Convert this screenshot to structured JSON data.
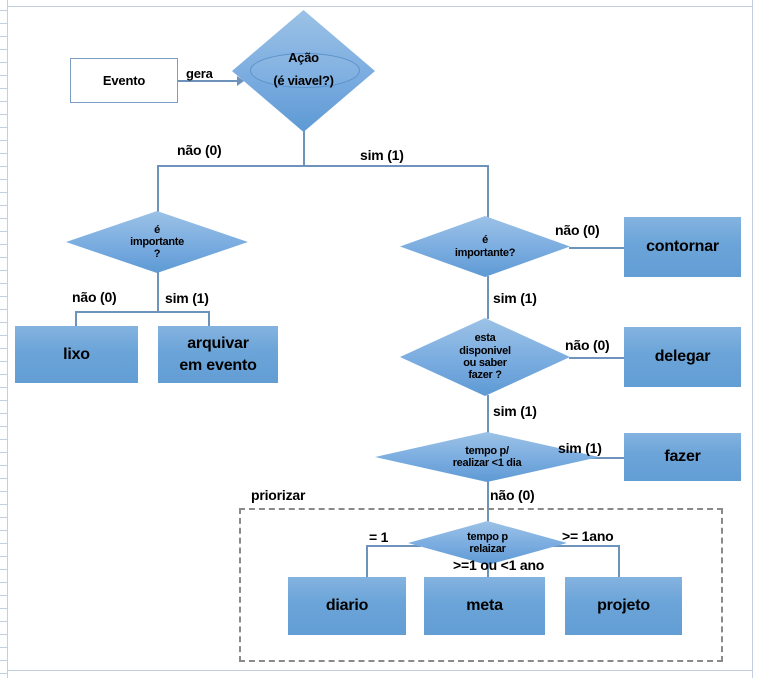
{
  "diagram": {
    "title_text": "",
    "colors": {
      "shape_fill": "#6ba4d8",
      "shape_fill_light": "#84b3e0",
      "connector": "#6e93bb",
      "frame": "#c3cede",
      "dashed_group": "#8a8a8a",
      "text": "#000000",
      "plain_box_bg": "#ffffff"
    },
    "nodes": {
      "evento": {
        "label": "Evento",
        "shape": "rectangle-outline"
      },
      "acao": {
        "label_line1": "Ação",
        "label_line2": "(é viavel?)",
        "shape": "diamond-with-ellipse"
      },
      "importante_left": {
        "line1": "é",
        "line2": "importante",
        "line3": "?",
        "shape": "diamond"
      },
      "lixo": {
        "label": "lixo",
        "shape": "rectangle"
      },
      "arquivar": {
        "line1": "arquivar",
        "line2": "em evento",
        "shape": "rectangle"
      },
      "importante_right": {
        "line1": "é",
        "line2": "importante?",
        "shape": "diamond"
      },
      "contornar": {
        "label": "contornar",
        "shape": "rectangle"
      },
      "disponivel": {
        "line1": "esta",
        "line2": "disponivel",
        "line3": "ou saber",
        "line4": "fazer ?",
        "shape": "diamond"
      },
      "delegar": {
        "label": "delegar",
        "shape": "rectangle"
      },
      "tempo_1dia": {
        "line1": "tempo p/",
        "line2": "realizar <1 dia",
        "shape": "diamond"
      },
      "fazer": {
        "label": "fazer",
        "shape": "rectangle"
      },
      "tempo_realizar": {
        "line1": "tempo p",
        "line2": "relaizar",
        "shape": "diamond"
      },
      "diario": {
        "label": "diario",
        "shape": "rectangle"
      },
      "meta": {
        "label": "meta",
        "shape": "rectangle"
      },
      "projeto": {
        "label": "projeto",
        "shape": "rectangle"
      }
    },
    "group": {
      "priorizar_label": "priorizar"
    },
    "edge_labels": {
      "gera": "gera",
      "acao_nao": "não (0)",
      "acao_sim": "sim (1)",
      "imp_left_nao": "não (0)",
      "imp_left_sim": "sim (1)",
      "imp_right_nao": "não (0)",
      "imp_right_sim": "sim (1)",
      "disp_nao": "não (0)",
      "disp_sim": "sim (1)",
      "tempo1dia_sim": "sim (1)",
      "tempo1dia_nao": "não (0)",
      "tempo_eq1": "= 1",
      "tempo_ge1ano": ">= 1ano",
      "tempo_mid": ">=1 ou <1 ano"
    }
  }
}
